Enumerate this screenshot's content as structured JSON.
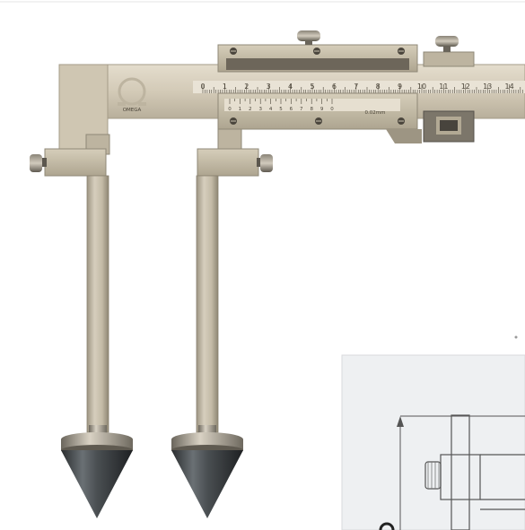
{
  "main_scale": {
    "numbers": [
      "0",
      "1",
      "2",
      "3",
      "4",
      "5",
      "6",
      "7",
      "8",
      "9",
      "10",
      "11",
      "12",
      "13",
      "14"
    ]
  },
  "vernier_scale": {
    "numbers": [
      "0",
      "1",
      "2",
      "3",
      "4",
      "5",
      "6",
      "7",
      "8",
      "9",
      "0"
    ],
    "unit": "0.02mm"
  },
  "brand": {
    "logo_icon": "omega-logo-icon"
  },
  "colors": {
    "steel_light": "#d8d0bf",
    "steel_mid": "#bfb6a3",
    "steel_dark": "#8f8877",
    "cone_dark": "#3a3e40",
    "background": "#ffffff"
  }
}
